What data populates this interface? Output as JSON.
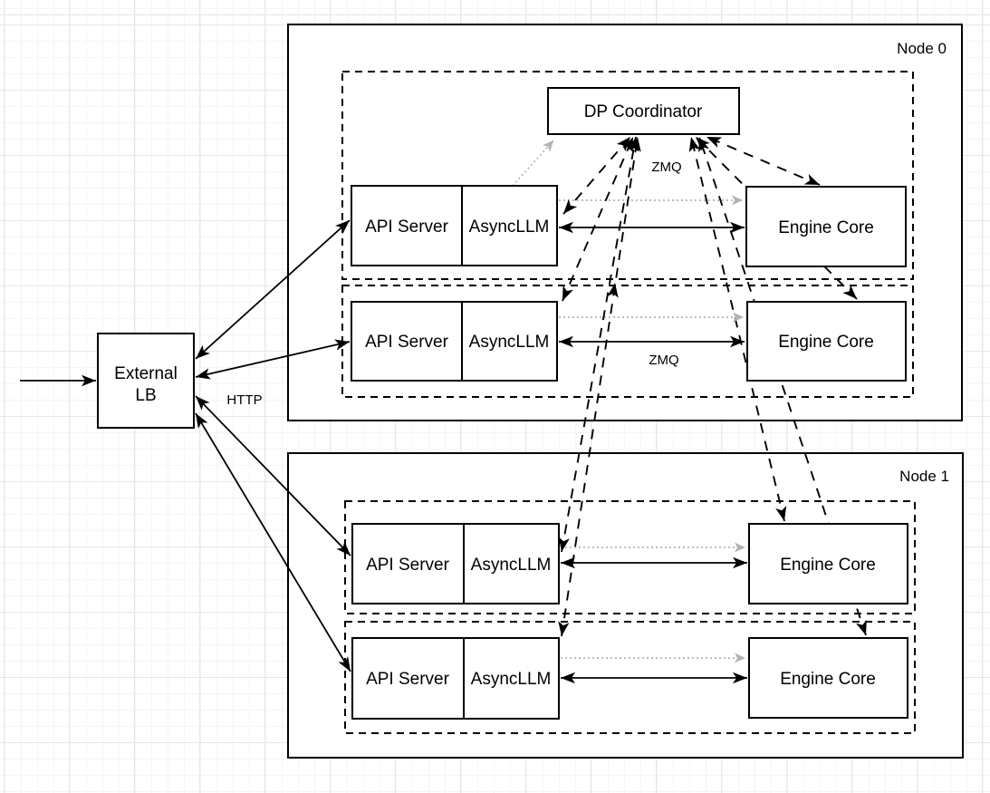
{
  "external_lb": {
    "line1": "External",
    "line2": "LB"
  },
  "nodes": [
    {
      "label": "Node 0",
      "coordinator": "DP Coordinator",
      "rows": [
        {
          "api": "API Server",
          "llm": "AsyncLLM",
          "engine": "Engine Core"
        },
        {
          "api": "API Server",
          "llm": "AsyncLLM",
          "engine": "Engine Core"
        }
      ]
    },
    {
      "label": "Node 1",
      "rows": [
        {
          "api": "API Server",
          "llm": "AsyncLLM",
          "engine": "Engine Core"
        },
        {
          "api": "API Server",
          "llm": "AsyncLLM",
          "engine": "Engine Core"
        }
      ]
    }
  ],
  "edge_labels": {
    "http": "HTTP",
    "zmq_coordinator": "ZMQ",
    "zmq_engine": "ZMQ"
  },
  "colors": {
    "stroke": "#000000",
    "gray_arrow": "#b3b3b3",
    "box_fill": "#ffffff"
  }
}
